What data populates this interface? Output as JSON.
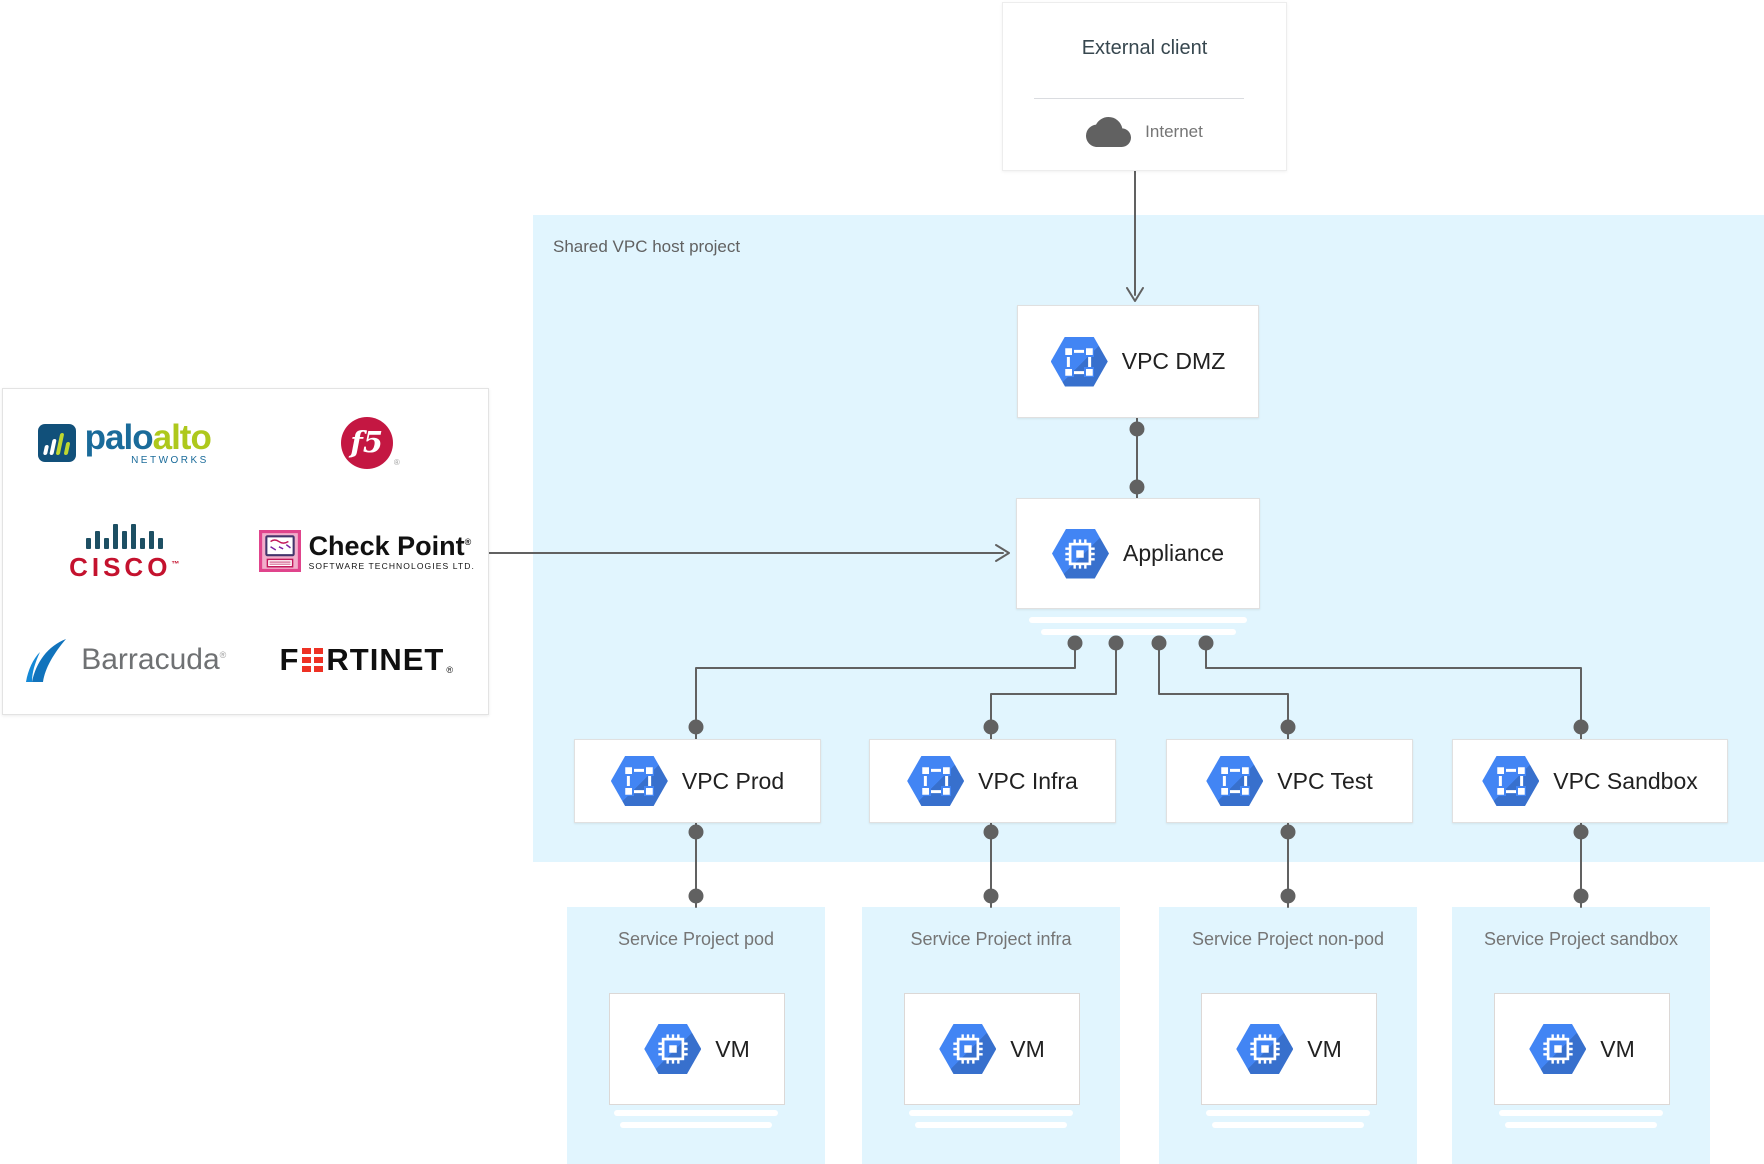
{
  "external_client": {
    "title": "External client",
    "connection_label": "Internet"
  },
  "host_project": {
    "label": "Shared VPC host project"
  },
  "nodes": {
    "vpc_dmz": {
      "label": "VPC DMZ",
      "icon": "vpc-network-icon"
    },
    "appliance": {
      "label": "Appliance",
      "icon": "compute-chip-icon"
    },
    "vpc_prod": {
      "label": "VPC Prod",
      "icon": "vpc-network-icon"
    },
    "vpc_infra": {
      "label": "VPC Infra",
      "icon": "vpc-network-icon"
    },
    "vpc_test": {
      "label": "VPC Test",
      "icon": "vpc-network-icon"
    },
    "vpc_sandbox": {
      "label": "VPC Sandbox",
      "icon": "vpc-network-icon"
    }
  },
  "service_projects": [
    {
      "label": "Service Project pod",
      "vm": "VM"
    },
    {
      "label": "Service Project infra",
      "vm": "VM"
    },
    {
      "label": "Service Project non-pod",
      "vm": "VM"
    },
    {
      "label": "Service Project sandbox",
      "vm": "VM"
    }
  ],
  "vendors": {
    "palo_alto": {
      "word1": "palo",
      "word2": "alto",
      "sub": "NETWORKS"
    },
    "f5": {
      "text": "f5",
      "reg": "®"
    },
    "cisco": {
      "text": "CISCO",
      "tm": "™"
    },
    "check_point": {
      "text": "Check Point",
      "reg": "®",
      "sub": "SOFTWARE TECHNOLOGIES LTD."
    },
    "barracuda": {
      "text": "Barracuda",
      "reg": "®"
    },
    "fortinet": {
      "pre": "F",
      "post": "RTINET",
      "reg": "®"
    }
  },
  "colors": {
    "region": "#E1F5FE",
    "hexagon": "#4285F4",
    "connector": "#616161",
    "fortinet_red": "#EE3124"
  }
}
